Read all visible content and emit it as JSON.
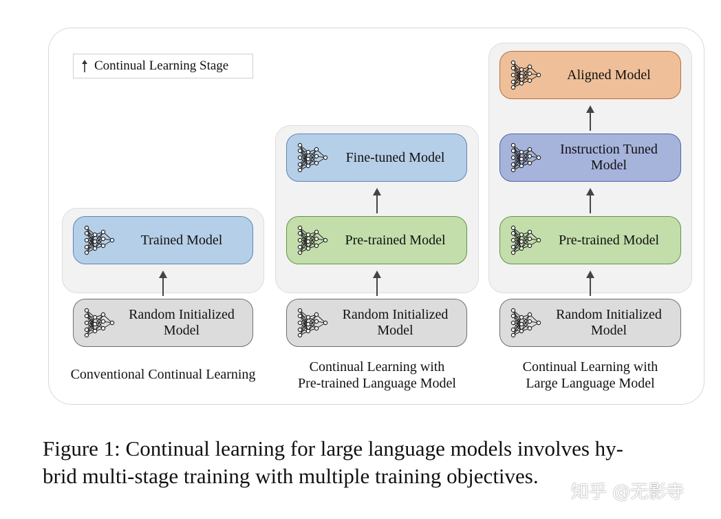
{
  "legend": {
    "label": "Continual Learning Stage"
  },
  "columns": [
    {
      "caption": "Conventional Continual Learning",
      "models": [
        {
          "label": "Trained Model",
          "style": "trained"
        },
        {
          "label": "Random Initialized\nModel",
          "style": "random"
        }
      ]
    },
    {
      "caption": "Continual Learning with\nPre-trained Language Model",
      "models": [
        {
          "label": "Fine-tuned Model",
          "style": "trained"
        },
        {
          "label": "Pre-trained Model",
          "style": "pretrained"
        },
        {
          "label": "Random Initialized\nModel",
          "style": "random"
        }
      ]
    },
    {
      "caption": "Continual Learning with\nLarge Language Model",
      "models": [
        {
          "label": "Aligned Model",
          "style": "aligned"
        },
        {
          "label": "Instruction Tuned\nModel",
          "style": "instruction"
        },
        {
          "label": "Pre-trained Model",
          "style": "pretrained"
        },
        {
          "label": "Random Initialized\nModel",
          "style": "random"
        }
      ]
    }
  ],
  "figure_caption": {
    "line1": "Figure 1: Continual learning for large language models involves hy-",
    "line2": "brid multi-stage training with multiple training objectives."
  },
  "watermark": "知乎 @无影寺",
  "colors": {
    "trained": "#b6cfe8",
    "pretrained": "#c3deaa",
    "random": "#dcdcdc",
    "instruction": "#a6b4dc",
    "aligned": "#eebf98"
  }
}
